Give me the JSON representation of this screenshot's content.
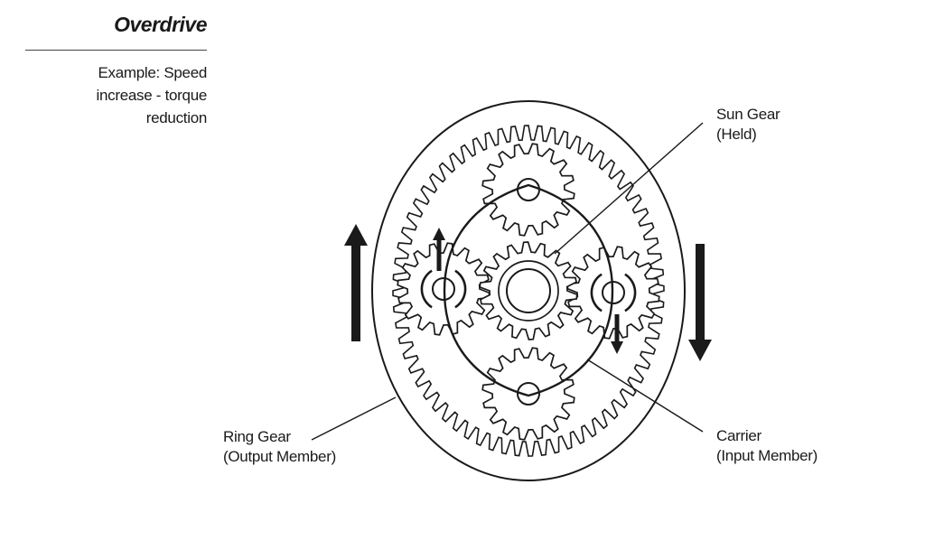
{
  "heading": "Overdrive",
  "example": {
    "line1": "Example: Speed",
    "line2": "increase - torque",
    "line3": "reduction"
  },
  "labels": {
    "sun_gear": {
      "line1": "Sun Gear",
      "line2": "(Held)"
    },
    "ring_gear": {
      "line1": "Ring Gear",
      "line2": "(Output Member)"
    },
    "carrier": {
      "line1": "Carrier",
      "line2": "(Input Member)"
    }
  },
  "diagram": {
    "ring_gear_teeth": 64,
    "sun_gear_teeth": 18,
    "pinion_gear_teeth": 16,
    "pinion_count": 4,
    "colors": {
      "line": "#1a1a1a",
      "background": "#ffffff"
    }
  }
}
